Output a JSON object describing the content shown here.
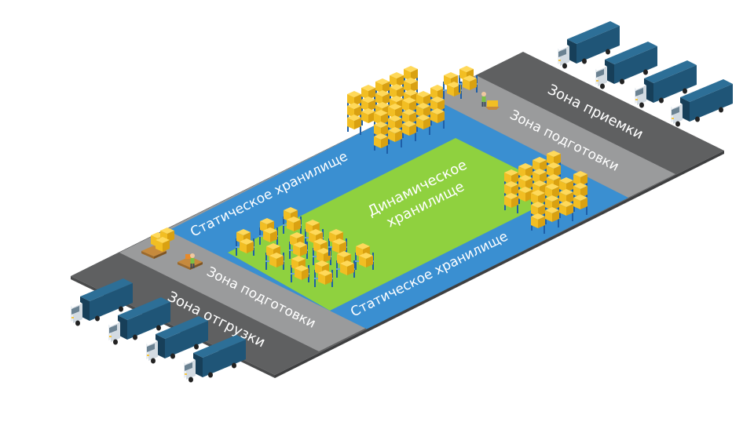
{
  "zones": {
    "receiving": "Зона приемки",
    "prep_top": "Зона подготовки",
    "static_left": "Статическое хранилище",
    "dynamic_line1": "Динамическое",
    "dynamic_line2": "хранилище",
    "static_right": "Статическое хранилище",
    "prep_bottom": "Зона подготовки",
    "shipping": "Зона отгрузки"
  },
  "colors": {
    "asphalt": "#5f6061",
    "prep": "#9a9b9c",
    "static": "#3a8fd1",
    "dynamic": "#8fd13f",
    "truck_body": "#1f5577",
    "truck_cab": "#e9eef2",
    "box": "#f2be23",
    "rack": "#1e5fa8"
  },
  "icons": [
    "truck-icon",
    "rack-icon",
    "box-stack-icon",
    "worker-icon",
    "forklift-icon",
    "pallet-icon"
  ]
}
